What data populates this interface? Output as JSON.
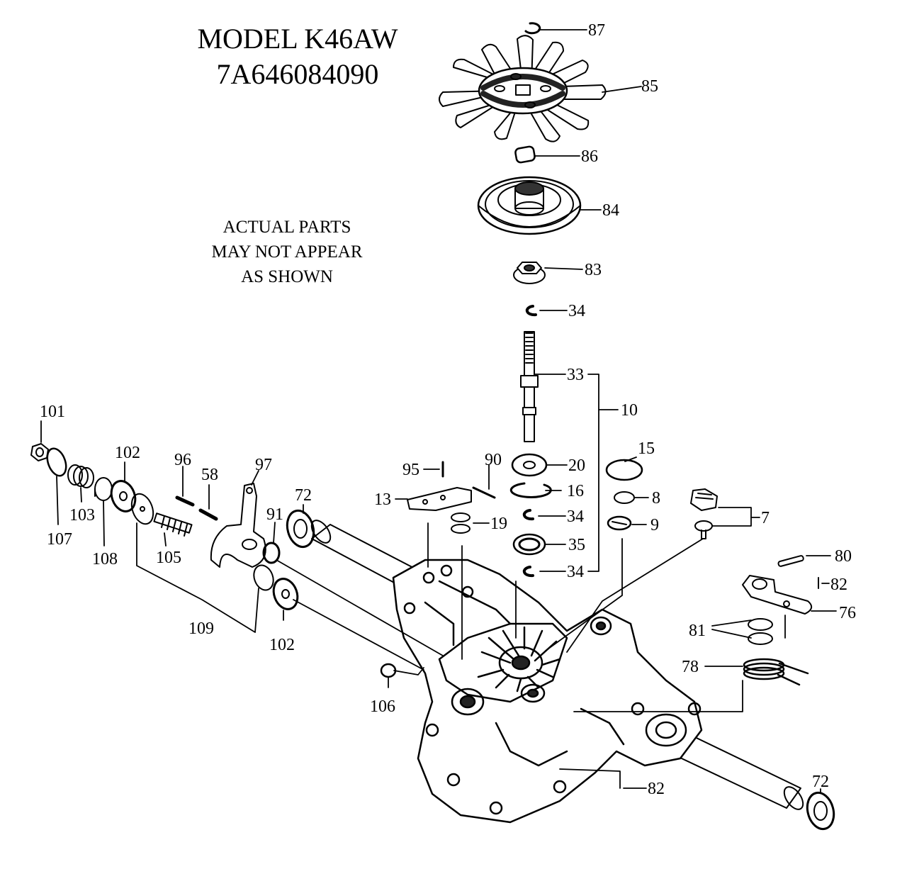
{
  "header": {
    "model": "MODEL K46AW",
    "part_number": "7A646084090"
  },
  "note": {
    "line1": "ACTUAL PARTS",
    "line2": "MAY NOT APPEAR",
    "line3": "AS SHOWN"
  },
  "callouts": {
    "c87": "87",
    "c85": "85",
    "c86": "86",
    "c84": "84",
    "c83": "83",
    "c34a": "34",
    "c33": "33",
    "c10": "10",
    "c20": "20",
    "c15": "15",
    "c16": "16",
    "c8": "8",
    "c34b": "34",
    "c9": "9",
    "c35": "35",
    "c34c": "34",
    "c7": "7",
    "c80": "80",
    "c82a": "82",
    "c76": "76",
    "c81": "81",
    "c78": "78",
    "c82b": "82",
    "c72a": "72",
    "c72b": "72",
    "c101": "101",
    "c107": "107",
    "c103": "103",
    "c108": "108",
    "c102a": "102",
    "c105": "105",
    "c109": "109",
    "c102b": "102",
    "c96": "96",
    "c58": "58",
    "c97": "97",
    "c91": "91",
    "c95": "95",
    "c90": "90",
    "c13": "13",
    "c19": "19",
    "c106": "106"
  }
}
